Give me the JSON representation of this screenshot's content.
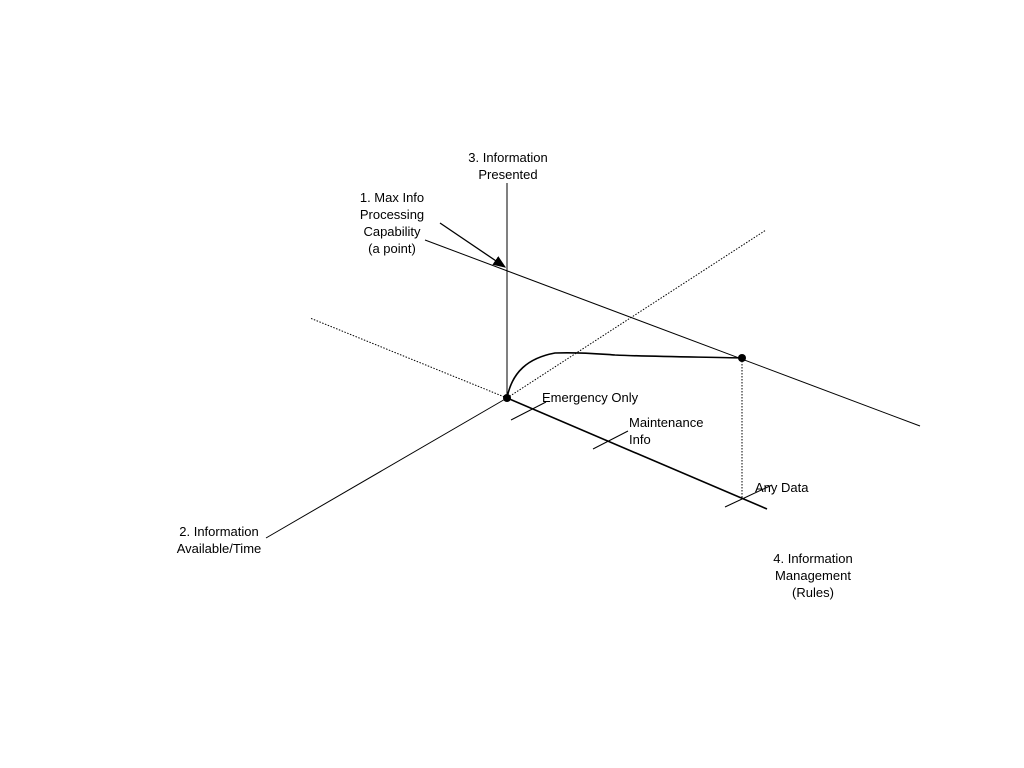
{
  "labels": {
    "max_info": [
      "1.  Max Info",
      "Processing",
      "Capability",
      "(a point)"
    ],
    "info_presented": [
      "3.  Information",
      "Presented"
    ],
    "info_available": [
      "2.  Information",
      "Available/Time"
    ],
    "info_management": [
      "4.  Information",
      "Management",
      "(Rules)"
    ],
    "emergency_only": "Emergency Only",
    "maintenance_info": [
      "Maintenance",
      "Info"
    ],
    "any_data": "Any Data"
  },
  "colors": {
    "line": "#000000",
    "background": "#ffffff"
  }
}
